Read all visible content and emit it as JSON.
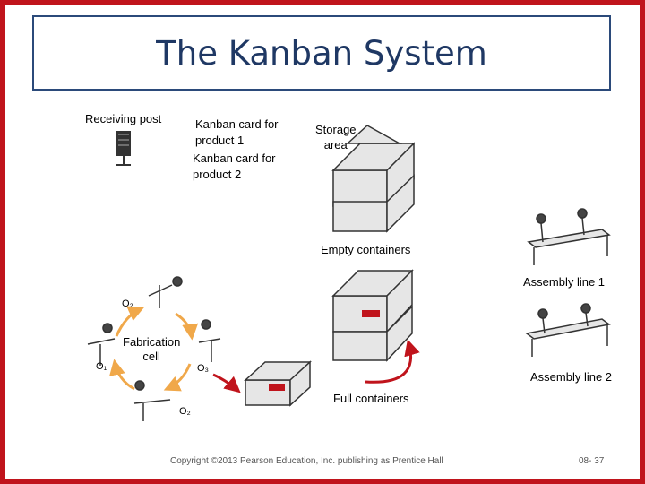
{
  "title": "The Kanban System",
  "labels": {
    "receiving_post": "Receiving post",
    "kanban_card_1": "Kanban card for\nproduct 1",
    "kanban_card_2": "Kanban card for\nproduct 2",
    "storage_area": "Storage\narea",
    "empty_containers": "Empty containers",
    "assembly_line_1": "Assembly line 1",
    "assembly_line_2": "Assembly line 2",
    "full_containers": "Full containers",
    "fabrication_cell": "Fabrication\ncell",
    "o1": "O₁",
    "o2_top": "O₂",
    "o2_bottom": "O₂",
    "o3": "O₃"
  },
  "footer": {
    "copyright": "Copyright ©2013 Pearson Education, Inc. publishing as Prentice Hall",
    "page": "08- 37"
  },
  "colors": {
    "frame": "#c0141c",
    "title_border": "#2b4a7a",
    "title_text": "#1f3864",
    "arrow": "#c0141c",
    "cycle_arrow": "#f0a84a",
    "kanban_card": "#c0141c"
  }
}
